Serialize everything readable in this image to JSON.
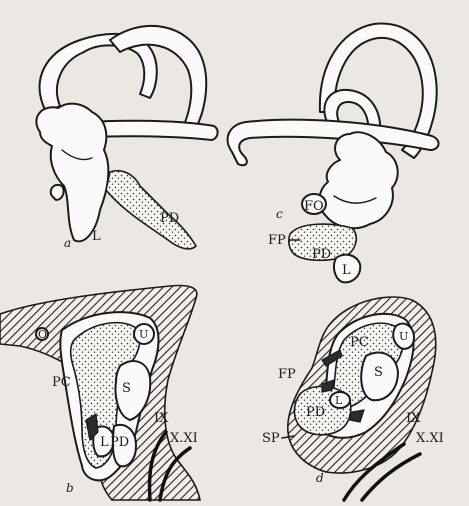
{
  "labels": {
    "a": {
      "panel": "a",
      "L": "L",
      "PD": "PD"
    },
    "c": {
      "panel": "c",
      "FO": "FO",
      "FP": "FP",
      "PD": "PD",
      "L": "L"
    },
    "b": {
      "panel": "b",
      "O": "O",
      "U": "U",
      "PC": "PC",
      "S": "S",
      "L": "L",
      "PD": "PD",
      "IX": "IX",
      "XXI": "X.XI"
    },
    "d": {
      "panel": "d",
      "PC": "PC",
      "U": "U",
      "S": "S",
      "FP": "FP",
      "L": "L",
      "PD": "PD",
      "SP": "SP",
      "IX": "IX",
      "XXI": "X.XI"
    }
  }
}
